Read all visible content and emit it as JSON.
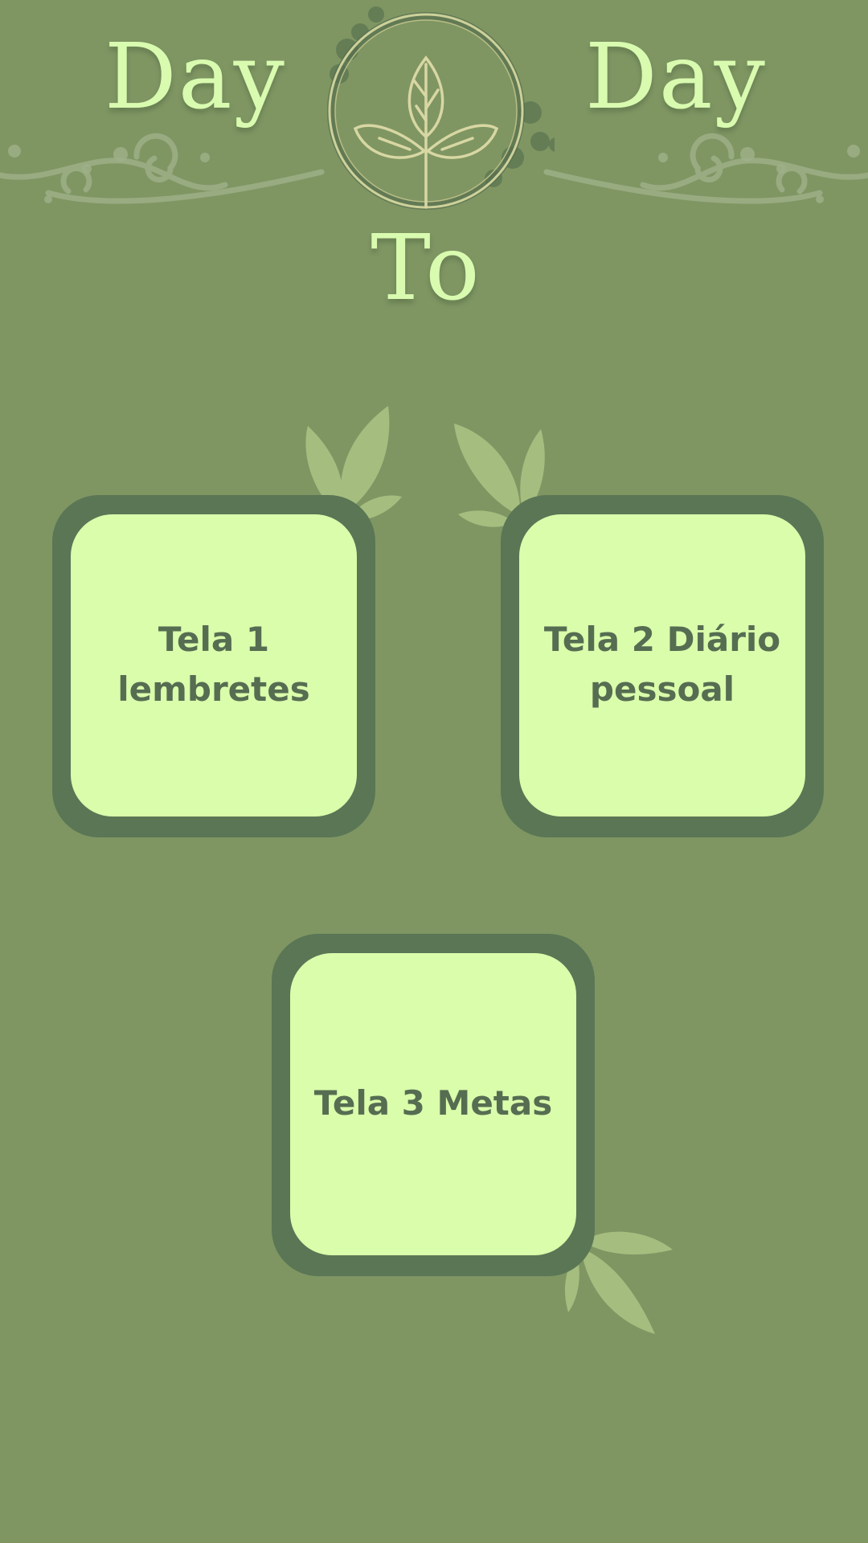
{
  "header": {
    "word_left": "Day",
    "word_right": "Day",
    "word_center": "To"
  },
  "icons": {
    "emblem": "sprout-emblem-icon",
    "decorations": [
      "swirl-ornament-icon",
      "leaf-cluster-icon"
    ]
  },
  "cards": [
    {
      "label": "Tela 1 lembretes"
    },
    {
      "label": "Tela 2 Diário pessoal"
    },
    {
      "label": "Tela 3 Metas"
    }
  ],
  "colors": {
    "background": "#7f9663",
    "card_frame": "#5a7655",
    "card_face": "#d9fdab",
    "card_text": "#566d52",
    "title_text": "#d9fbb0",
    "leaf": "#a5bd7f"
  }
}
